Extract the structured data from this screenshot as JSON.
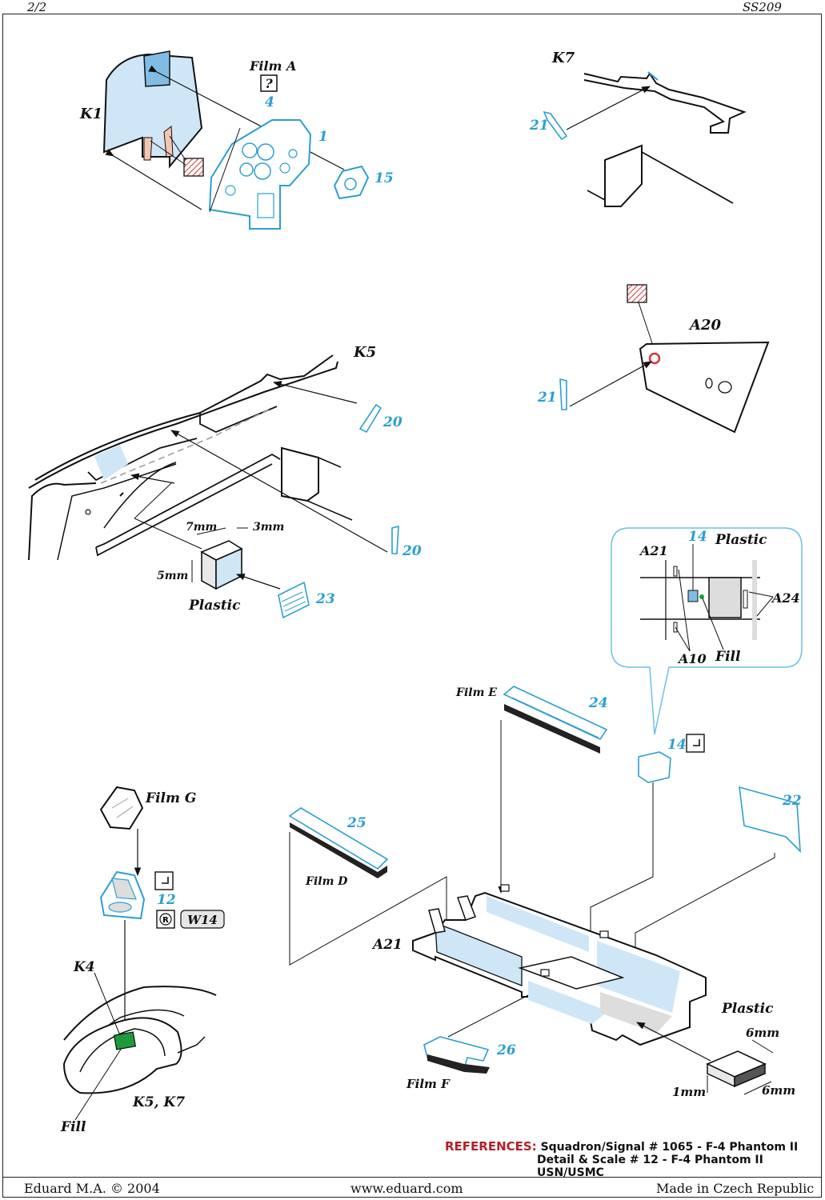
{
  "header": {
    "page": "2/2",
    "code": "SS209"
  },
  "footer": {
    "left": "Eduard M.A. © 2004",
    "center": "www.eduard.com",
    "right": "Made in Czech Republic"
  },
  "references": {
    "label": "REFERENCES:",
    "line1": "Squadron/Signal # 1065 - F-4 Phantom II",
    "line2": "Detail & Scale # 12 - F-4 Phantom II USN/USMC"
  },
  "labels": {
    "k1": "K1",
    "film_a": "Film A",
    "q": "?",
    "k7": "K7",
    "k5": "K5",
    "a20": "A20",
    "a21_inset": "A21",
    "plastic_inset": "Plastic",
    "a24": "A24",
    "a10": "A10",
    "fill_inset": "Fill",
    "film_e": "Film E",
    "film_g": "Film G",
    "film_d": "Film D",
    "a21": "A21",
    "w14": "W14",
    "k4": "K4",
    "k5k7": "K5, K7",
    "fill": "Fill",
    "film_f": "Film F",
    "plastic_a": "Plastic",
    "plastic_b": "Plastic",
    "dim_7mm": "7mm",
    "dim_3mm": "3mm",
    "dim_5mm": "5mm",
    "dim_6mm_a": "6mm",
    "dim_6mm_b": "6mm",
    "dim_1mm": "1mm"
  },
  "parts": {
    "p4": "4",
    "p1": "1",
    "p15": "15",
    "p21a": "21",
    "p21b": "21",
    "p20a": "20",
    "p20b": "20",
    "p23": "23",
    "p14a": "14",
    "p14b": "14",
    "p24": "24",
    "p22": "22",
    "p25": "25",
    "p12": "12",
    "p26": "26"
  },
  "colors": {
    "part_blue": "#2b9fd1",
    "fill_blue": "#cfe6f7",
    "ref_red": "#b3202a",
    "fill_green": "#1f9a3a"
  }
}
